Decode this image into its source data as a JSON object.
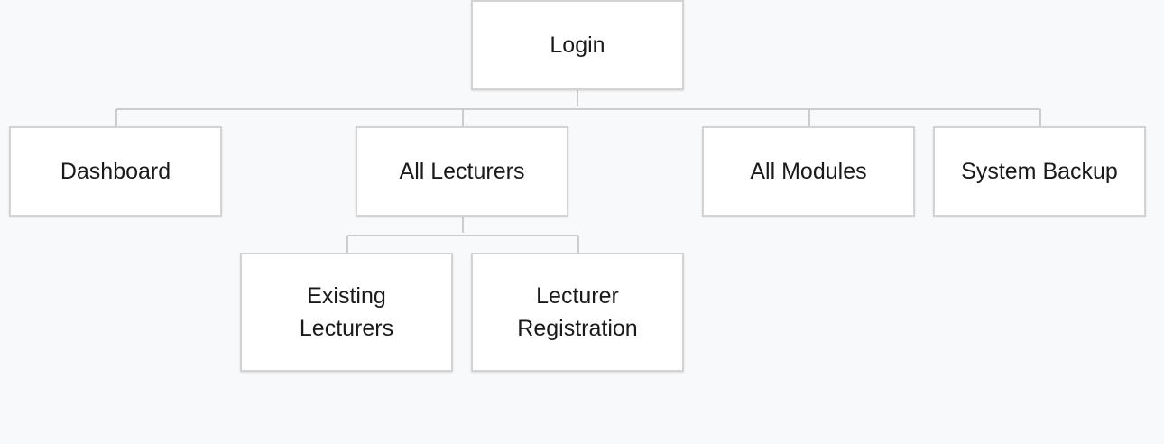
{
  "diagram": {
    "nodes": {
      "login": "Login",
      "dashboard": "Dashboard",
      "all_lecturers": "All Lecturers",
      "all_modules": "All Modules",
      "system_backup": "System Backup",
      "existing_lecturers": "Existing Lecturers",
      "lecturer_registration": "Lecturer Registration"
    },
    "edges": [
      [
        "login",
        "dashboard"
      ],
      [
        "login",
        "all_lecturers"
      ],
      [
        "login",
        "all_modules"
      ],
      [
        "login",
        "system_backup"
      ],
      [
        "all_lecturers",
        "existing_lecturers"
      ],
      [
        "all_lecturers",
        "lecturer_registration"
      ]
    ],
    "colors": {
      "background": "#f8f9fa",
      "node_fill": "#ffffff",
      "node_border": "#d3d3d3",
      "connector": "#cccccc",
      "text": "#1a1a1a"
    }
  }
}
